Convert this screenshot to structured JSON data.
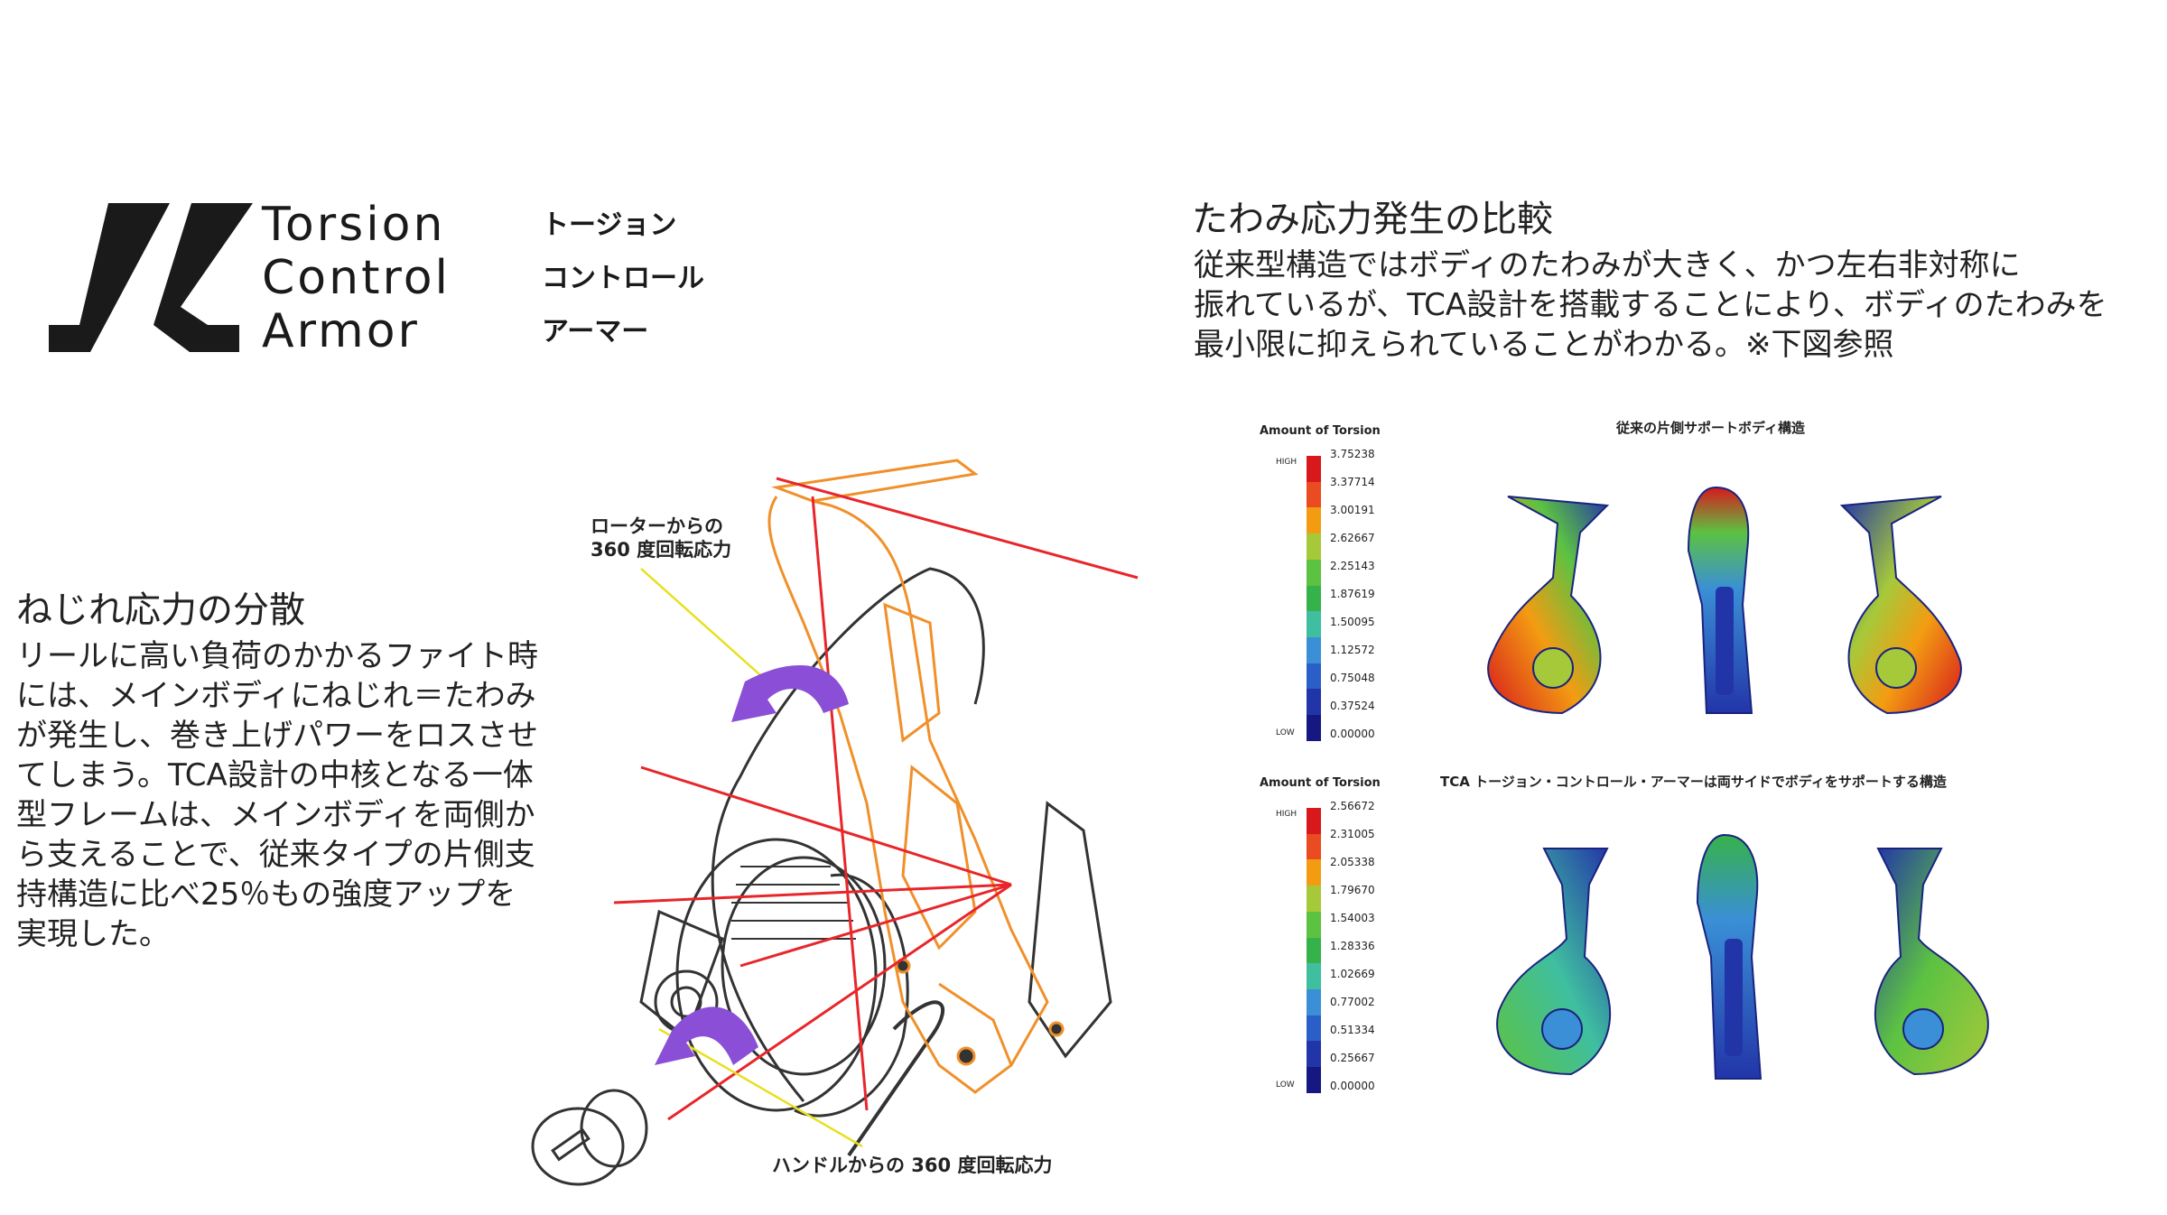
{
  "logo": {
    "line1": "Torsion",
    "line2": "Control",
    "line3": "Armor",
    "kana1": "トージョン",
    "kana2": "コントロール",
    "kana3": "アーマー"
  },
  "left_section": {
    "heading": "ねじれ応力の分散",
    "lines": [
      "リールに高い負荷のかかるファイト時",
      "には、メインボディにねじれ＝たわみ",
      "が発生し、巻き上げパワーをロスさせ",
      "てしまう。TCA設計の中核となる一体",
      "型フレームは、メインボディを両側か",
      "ら支えることで、従来タイプの片側支",
      "持構造に比べ25％もの強度アップを",
      "実現した。"
    ]
  },
  "right_section": {
    "heading": "たわみ応力発生の比較",
    "lines": [
      "従来型構造ではボディのたわみが大きく、かつ左右非対称に",
      "振れているが、TCA設計を搭載することにより、ボディのたわみを",
      "最小限に抑えられていることがわかる。※下図参照"
    ]
  },
  "reel_diagram": {
    "callout_rotor_1": "ローターからの",
    "callout_rotor_2": "360 度回転応力",
    "callout_handle": "ハンドルからの 360 度回転応力"
  },
  "comparison_top": {
    "title": "従来の片側サポートボディ構造",
    "legend_title": "Amount of Torsion",
    "high_label": "HIGH",
    "low_label": "LOW",
    "values": [
      "3.75238",
      "3.37714",
      "3.00191",
      "2.62667",
      "2.25143",
      "1.87619",
      "1.50095",
      "1.12572",
      "0.75048",
      "0.37524",
      "0.00000"
    ]
  },
  "comparison_bottom": {
    "title": "TCA トージョン・コントロール・アーマーは両サイドでボディをサポートする構造",
    "legend_title": "Amount of Torsion",
    "high_label": "HIGH",
    "low_label": "LOW",
    "values": [
      "2.56672",
      "2.31005",
      "2.05338",
      "1.79670",
      "1.54003",
      "1.28336",
      "1.02669",
      "0.77002",
      "0.51334",
      "0.25667",
      "0.00000"
    ]
  },
  "colors": {
    "scale": [
      "#d7191c",
      "#ea4b20",
      "#f39c12",
      "#a6c93a",
      "#5cc242",
      "#36b24a",
      "#3fbfa0",
      "#3a8fd6",
      "#2a5fc8",
      "#2235a8",
      "#151880"
    ],
    "orange_frame": "#f0902a",
    "red_lines": "#e8262a",
    "purple_arrow": "#8a4fd6",
    "yellow_leader": "#e8e020"
  }
}
